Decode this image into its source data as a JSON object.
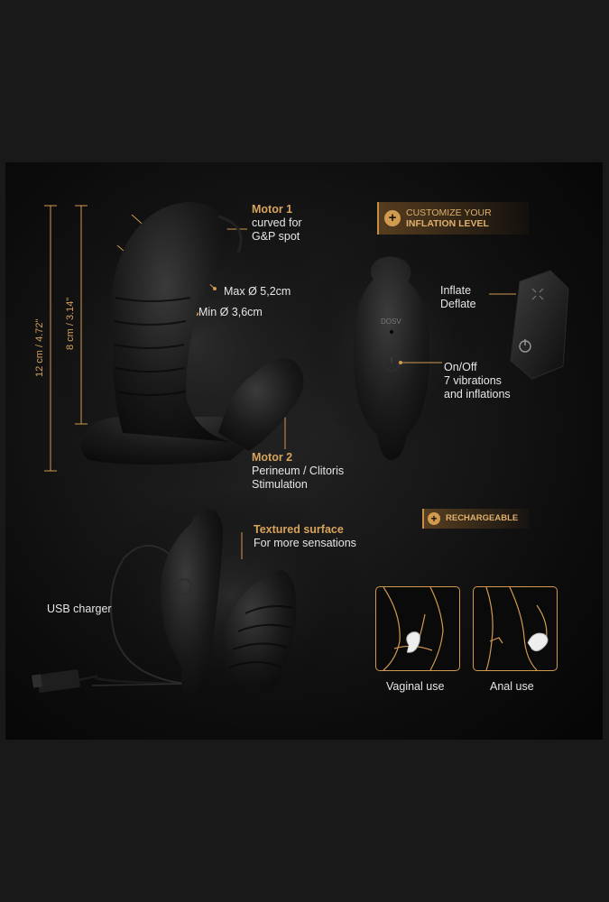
{
  "dimensions": {
    "total_length": "12 cm / 4.72\"",
    "insertable_length": "8 cm / 3.14\"",
    "max_diameter": "Max Ø 5,2cm",
    "min_diameter": "Min Ø 3,6cm"
  },
  "motor1": {
    "title": "Motor 1",
    "line1": "curved for",
    "line2": "G&P spot"
  },
  "motor2": {
    "title": "Motor 2",
    "line1": "Perineum / Clitoris",
    "line2": "Stimulation"
  },
  "customize_badge": {
    "line1": "CUSTOMIZE YOUR",
    "line2": "INFLATION LEVEL"
  },
  "remote": {
    "inflate": "Inflate",
    "deflate": "Deflate"
  },
  "power": {
    "line1": "On/Off",
    "line2": "7 vibrations",
    "line3": "and inflations"
  },
  "device_marking": "DOSV",
  "texture": {
    "title": "Textured surface",
    "subtitle": "For more sensations"
  },
  "rechargeable_badge": "RECHARGEABLE",
  "usb_label": "USB charger",
  "use_cases": [
    "Vaginal use",
    "Anal use"
  ],
  "colors": {
    "accent": "#d29a4f",
    "background": "#191919",
    "panel": "#0c0c0c",
    "text": "#e6e6e6"
  }
}
